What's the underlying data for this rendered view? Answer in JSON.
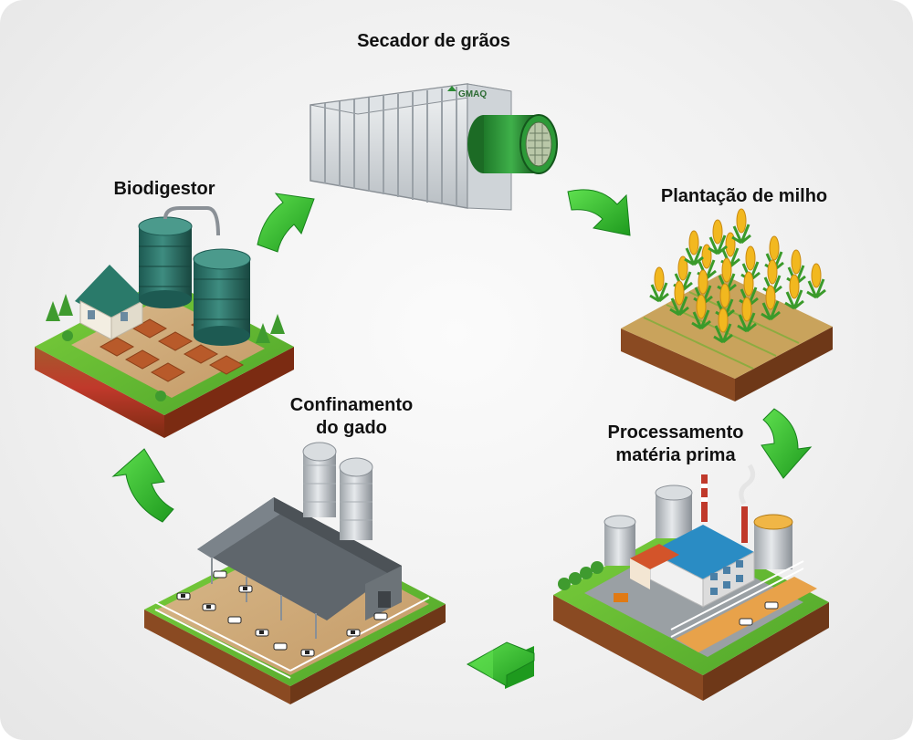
{
  "diagram": {
    "stages": [
      {
        "id": "dryer",
        "label": "Secador de grãos",
        "brand": "GMAQ"
      },
      {
        "id": "corn",
        "label": "Plantação de milho"
      },
      {
        "id": "processing",
        "label_line1": "Processamento",
        "label_line2": "matéria prima"
      },
      {
        "id": "cattle",
        "label_line1": "Confinamento",
        "label_line2": "do gado"
      },
      {
        "id": "biodigester",
        "label": "Biodigestor"
      }
    ],
    "arrow_color": "#2fb52f"
  }
}
